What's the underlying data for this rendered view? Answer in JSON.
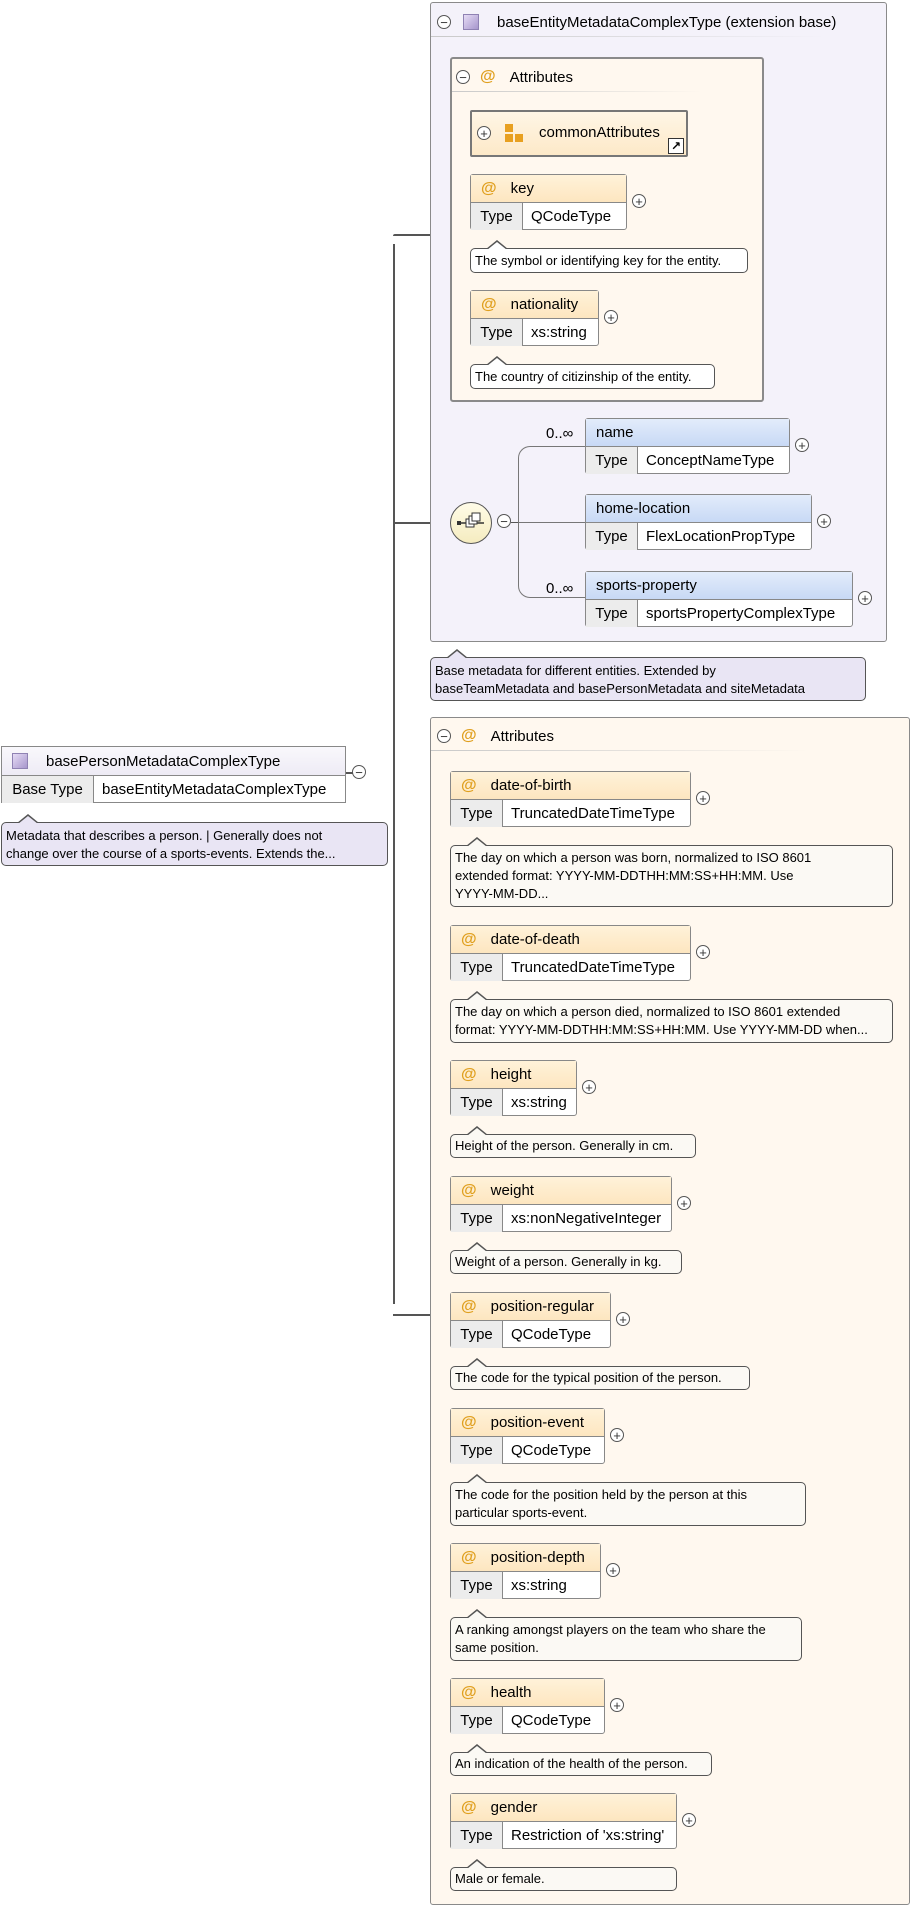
{
  "root": {
    "name": "basePersonMetadataComplexType",
    "base_type_key": "Base Type",
    "base_type_value": "baseEntityMetadataComplexType",
    "doc_line1": "Metadata that describes a person. | Generally does not",
    "doc_line2": "change over the course of a sports-events. Extends the..."
  },
  "extension": {
    "title": "baseEntityMetadataComplexType (extension base)",
    "attributes_label": "Attributes",
    "group_label": "commonAttributes",
    "attrs": [
      {
        "name": "key",
        "type_key": "Type",
        "type": "QCodeType",
        "doc": "The symbol or identifying key for the entity."
      },
      {
        "name": "nationality",
        "type_key": "Type",
        "type": "xs:string",
        "doc": "The country of citizinship of the entity."
      }
    ],
    "sequence": [
      {
        "name": "name",
        "type_key": "Type",
        "type": "ConceptNameType",
        "occurs": "0..∞"
      },
      {
        "name": "home-location",
        "type_key": "Type",
        "type": "FlexLocationPropType",
        "occurs": ""
      },
      {
        "name": "sports-property",
        "type_key": "Type",
        "type": "sportsPropertyComplexType",
        "occurs": "0..∞"
      }
    ],
    "doc_line1": "Base metadata for different entities. Extended by",
    "doc_line2": "baseTeamMetadata and basePersonMetadata and siteMetadata"
  },
  "attributes": {
    "label": "Attributes",
    "items": [
      {
        "name": "date-of-birth",
        "type_key": "Type",
        "type": "TruncatedDateTimeType",
        "doc": [
          "The day on which a person was born, normalized to ISO 8601",
          "extended format: YYYY-MM-DDTHH:MM:SS+HH:MM. Use",
          "YYYY-MM-DD..."
        ]
      },
      {
        "name": "date-of-death",
        "type_key": "Type",
        "type": "TruncatedDateTimeType",
        "doc": [
          "The day on which a person died, normalized to ISO 8601 extended",
          "format: YYYY-MM-DDTHH:MM:SS+HH:MM. Use YYYY-MM-DD when..."
        ]
      },
      {
        "name": "height",
        "type_key": "Type",
        "type": "xs:string",
        "doc": [
          "Height of the person. Generally in cm."
        ]
      },
      {
        "name": "weight",
        "type_key": "Type",
        "type": "xs:nonNegativeInteger",
        "doc": [
          "Weight of a person. Generally in kg."
        ]
      },
      {
        "name": "position-regular",
        "type_key": "Type",
        "type": "QCodeType",
        "doc": [
          "The code for the typical position of the person."
        ]
      },
      {
        "name": "position-event",
        "type_key": "Type",
        "type": "QCodeType",
        "doc": [
          "The code for the position held by the person at this",
          "particular sports-event."
        ]
      },
      {
        "name": "position-depth",
        "type_key": "Type",
        "type": "xs:string",
        "doc": [
          "A ranking amongst players on the team who share the",
          "same position."
        ]
      },
      {
        "name": "health",
        "type_key": "Type",
        "type": "QCodeType",
        "doc": [
          "An indication of the health of the person."
        ]
      },
      {
        "name": "gender",
        "type_key": "Type",
        "type": "Restriction of 'xs:string'",
        "doc": [
          "Male or female."
        ]
      }
    ]
  },
  "icons": {
    "collapse": "−",
    "expand": "+",
    "link": "↗"
  },
  "colors": {
    "attr_header": "#fde6c0",
    "elem_header": "#c8d9f5",
    "ext_bg": "#f4f2fa",
    "attr_bg": "#fff8ef",
    "at_sign": "#e0a020"
  }
}
